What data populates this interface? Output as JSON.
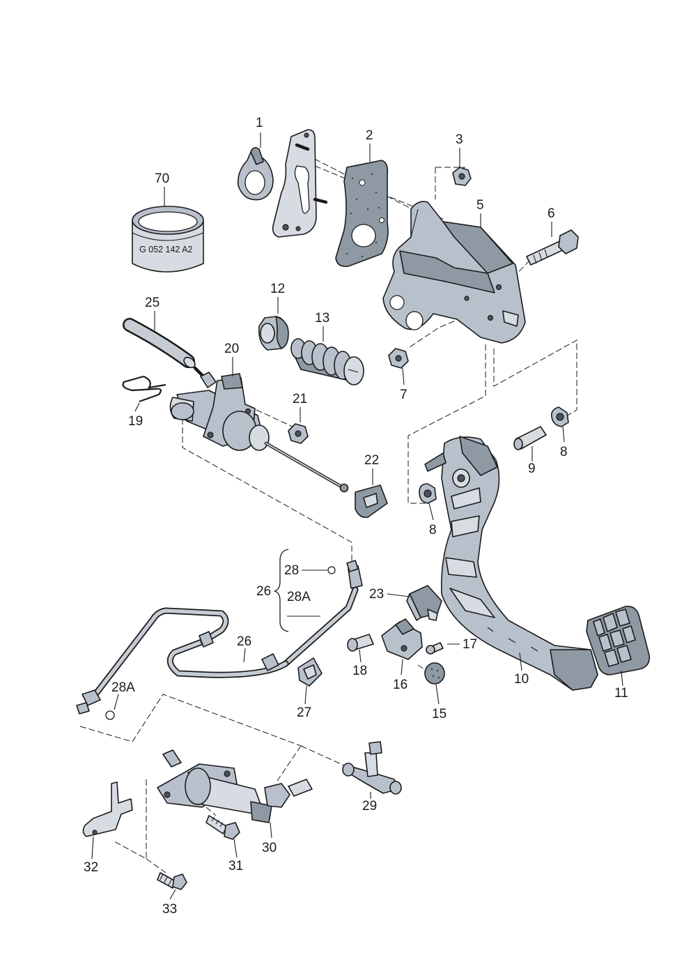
{
  "callouts": {
    "c1": "1",
    "c2": "2",
    "c3": "3",
    "c5": "5",
    "c6": "6",
    "c7": "7",
    "c8a": "8",
    "c8b": "8",
    "c9": "9",
    "c10": "10",
    "c11": "11",
    "c12": "12",
    "c13": "13",
    "c15": "15",
    "c16": "16",
    "c17": "17",
    "c18": "18",
    "c19": "19",
    "c20": "20",
    "c21": "21",
    "c22": "22",
    "c23": "23",
    "c25": "25",
    "c26a": "26",
    "c26b": "26",
    "c27": "27",
    "c28": "28",
    "c28Aa": "28A",
    "c28Ab": "28A",
    "c29": "29",
    "c30": "30",
    "c31": "31",
    "c32": "32",
    "c33": "33",
    "c70": "70"
  },
  "part_marking": "G 052 142 A2"
}
